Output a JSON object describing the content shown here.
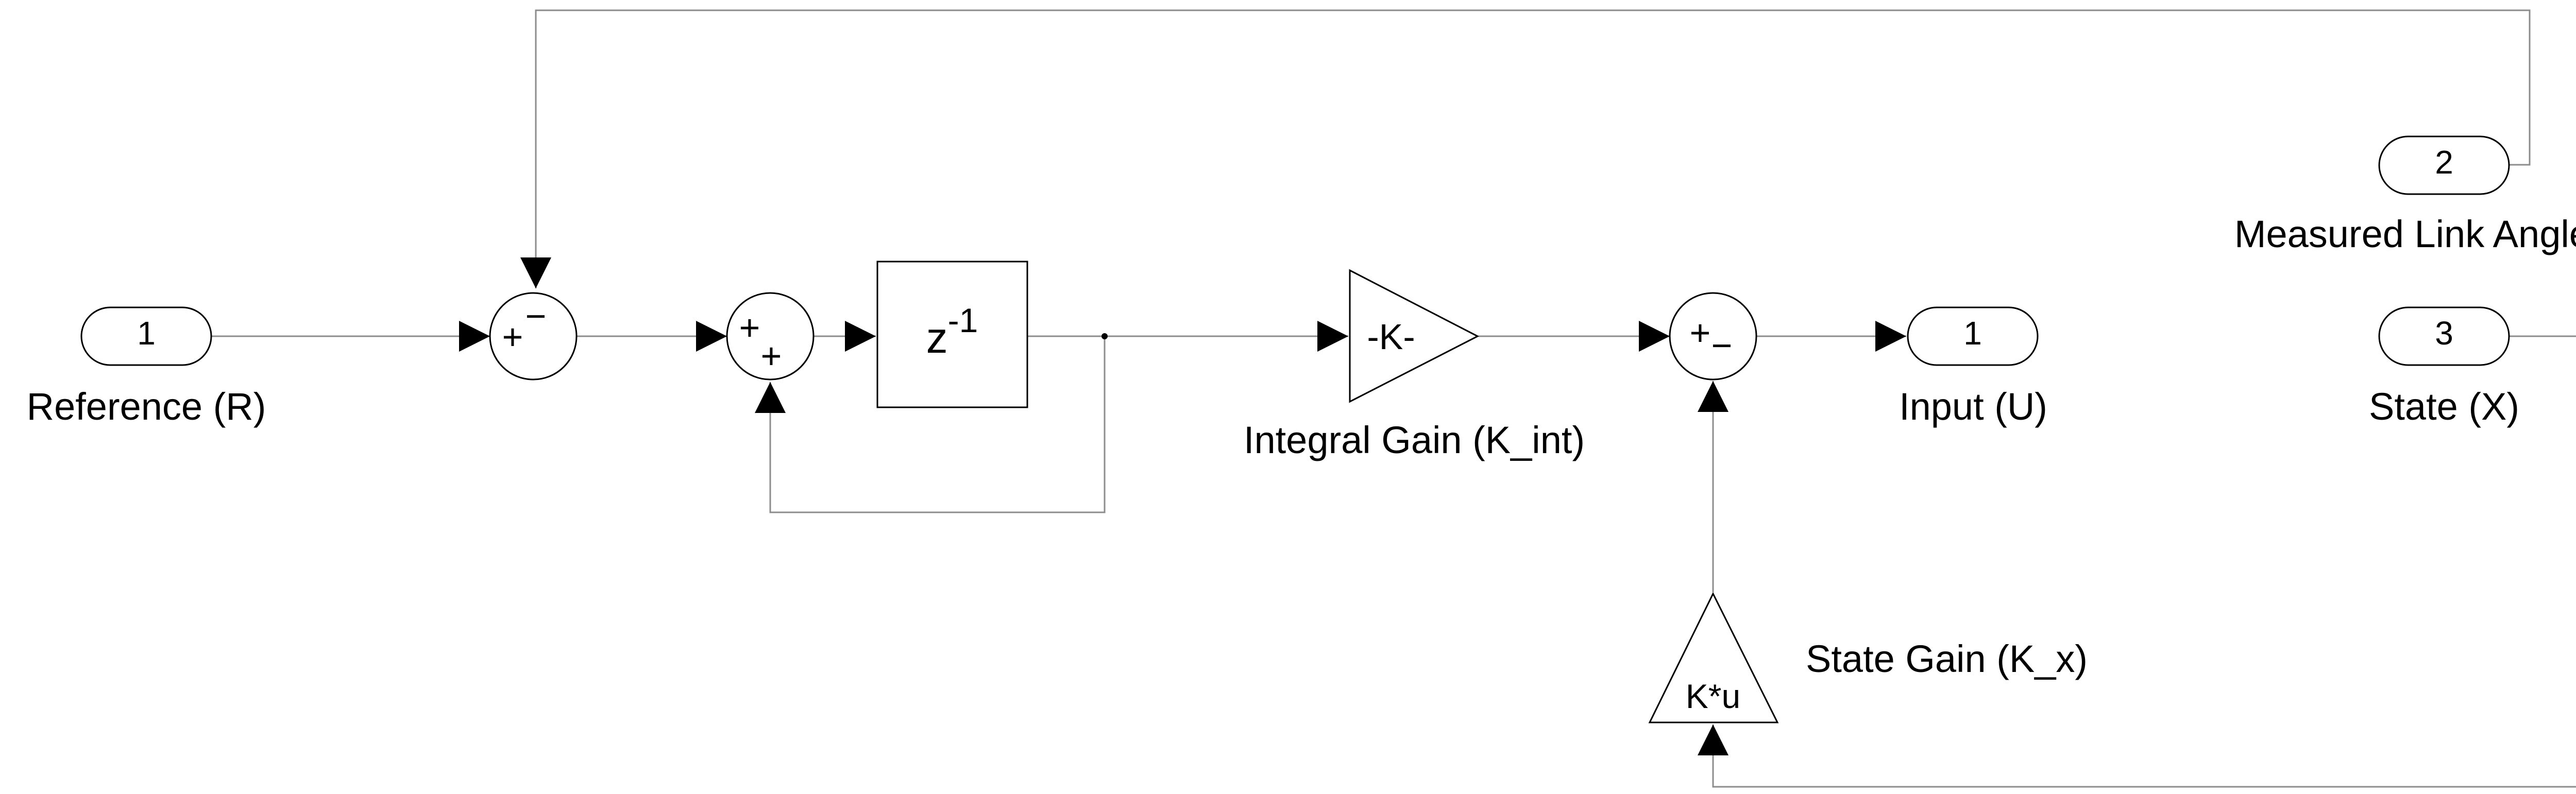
{
  "ports": {
    "in_reference": {
      "number": "1",
      "label": "Reference (R)"
    },
    "in_measured": {
      "number": "2",
      "label": "Measured Link Angle (Y)"
    },
    "in_state": {
      "number": "3",
      "label": "State (X)"
    },
    "out_input": {
      "number": "1",
      "label": "Input (U)"
    }
  },
  "sums": {
    "error_sum": {
      "top_sign": "−",
      "left_sign": "+"
    },
    "integrator_sum": {
      "left_sign": "+",
      "bottom_sign": "+"
    },
    "control_sum": {
      "left_sign": "+",
      "bottom_sign": "−"
    }
  },
  "blocks": {
    "unit_delay": {
      "base": "z",
      "exponent": "-1"
    },
    "integral_gain": {
      "text": "-K-",
      "label": "Integral Gain (K_int)"
    },
    "state_gain": {
      "text": "K*u",
      "label": "State Gain (K_x)"
    }
  },
  "colors": {
    "line": "#000000",
    "signal_line": "#8c8c8c",
    "background": "#ffffff"
  }
}
